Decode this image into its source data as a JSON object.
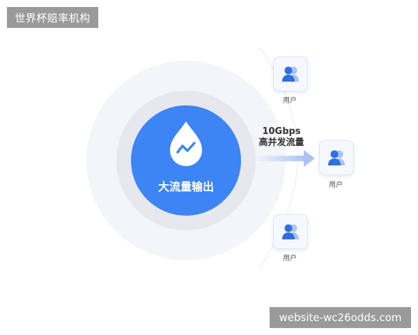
{
  "banner": {
    "title": "世界杯赔率机构"
  },
  "diagram": {
    "center_label": "大流量输出",
    "rate_value": "10Gbps",
    "rate_label": "高并发流量",
    "users": [
      {
        "label": "用户"
      },
      {
        "label": "用户"
      },
      {
        "label": "用户"
      }
    ]
  },
  "watermark": {
    "text": "website-wc26odds.com"
  },
  "colors": {
    "primary_blue": "#3d84f5",
    "outer_ring": "#f4f5f8",
    "middle_ring": "#e6e8ee",
    "arrow": "#a9c3f2"
  },
  "icons": {
    "center": "water-drop-icon",
    "user": "user-group-icon"
  }
}
